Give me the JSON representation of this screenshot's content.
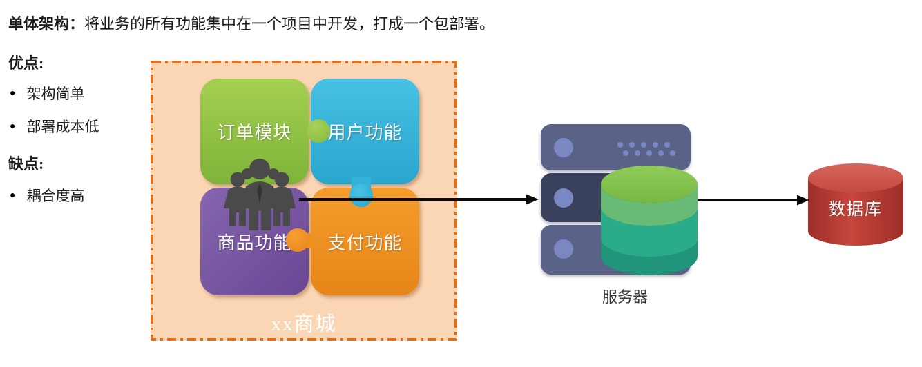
{
  "header": {
    "term": "单体架构：",
    "definition": "将业务的所有功能集中在一个项目中开发，打成一个包部署。"
  },
  "pros": {
    "heading": "优点:",
    "bullet": "●",
    "items": [
      "架构简单",
      "部署成本低"
    ]
  },
  "cons": {
    "heading": "缺点:",
    "bullet": "●",
    "items": [
      "耦合度高"
    ]
  },
  "monolith": {
    "label": "xx商城",
    "modules": [
      {
        "name": "订单模块",
        "color": "#8CC63E"
      },
      {
        "name": "用户功能",
        "color": "#35B4DA"
      },
      {
        "name": "商品功能",
        "color": "#7A58A5"
      },
      {
        "name": "支付功能",
        "color": "#F0921E"
      }
    ],
    "box_border_color": "#E2711D",
    "box_fill_color": "#FBD6B4"
  },
  "server": {
    "label": "服务器",
    "rack_color": "#5A6387",
    "rack_active_color": "#39415C",
    "indicator_color": "#7B87C2",
    "db_band_colors": [
      "#82C14E",
      "#68BA74",
      "#2AAC88",
      "#219579"
    ]
  },
  "database": {
    "label": "数据库",
    "body_color": "#BB3931",
    "top_color": "#CE564C"
  },
  "icons": {
    "team": "people-group silhouette",
    "server": "stacked rack units with indicator lights and vent dots",
    "green_database": "green stacked cylinder",
    "red_database": "red cylinder",
    "arrow": "black right arrow"
  },
  "arrow_color": "#0a0a0a"
}
